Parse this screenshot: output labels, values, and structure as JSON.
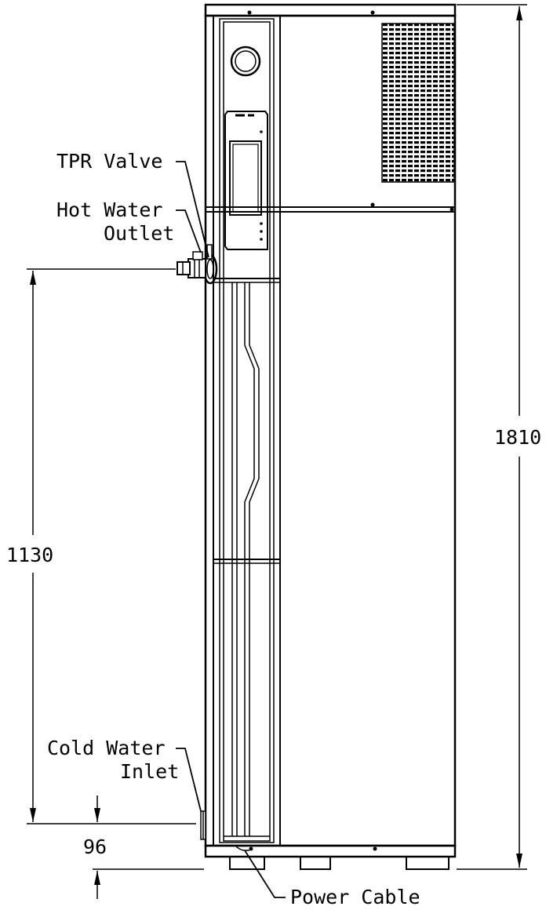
{
  "labels": {
    "tpr_valve": "TPR Valve",
    "hot_water_line1": "Hot Water",
    "hot_water_line2": "Outlet",
    "cold_water_line1": "Cold Water",
    "cold_water_line2": "Inlet",
    "power_cable": "Power Cable"
  },
  "dimensions": {
    "overall_height": "1810",
    "outlet_height": "1130",
    "inlet_height": "96"
  }
}
